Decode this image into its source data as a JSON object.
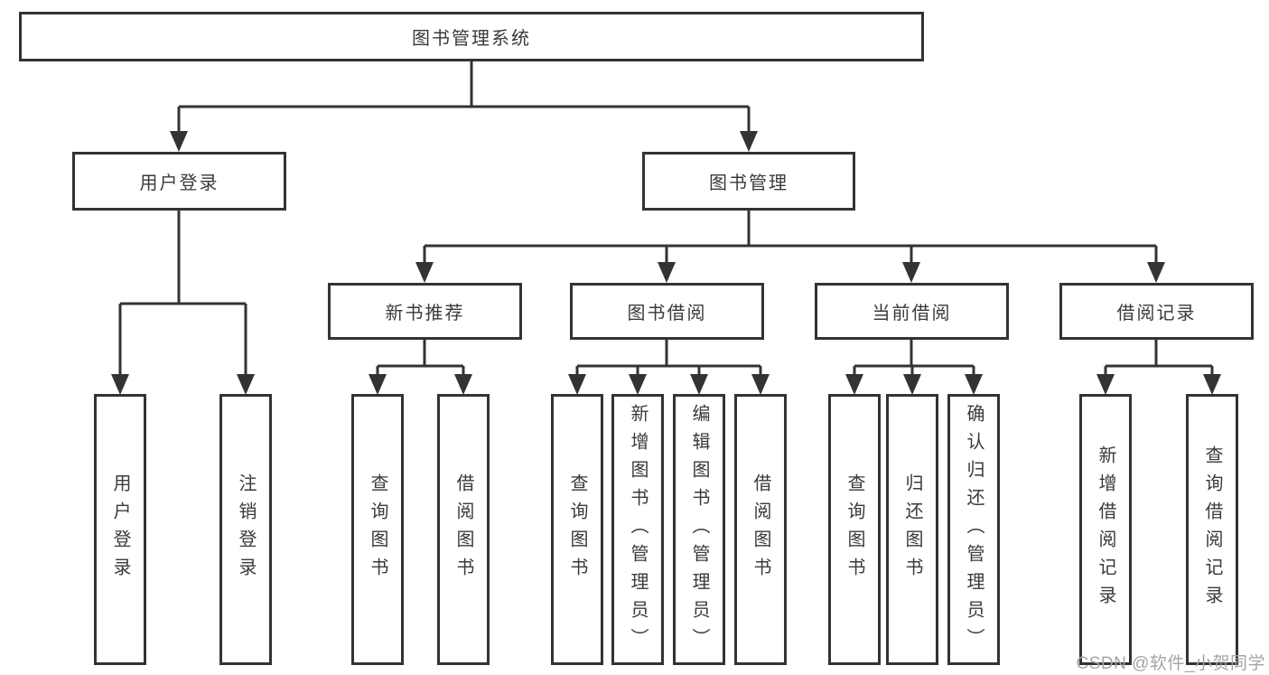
{
  "diagram": {
    "root": {
      "label": "图书管理系统"
    },
    "level2": [
      {
        "label": "用户登录"
      },
      {
        "label": "图书管理"
      }
    ],
    "level3": [
      {
        "label": "新书推荐",
        "parent": "图书管理"
      },
      {
        "label": "图书借阅",
        "parent": "图书管理"
      },
      {
        "label": "当前借阅",
        "parent": "图书管理"
      },
      {
        "label": "借阅记录",
        "parent": "图书管理"
      }
    ],
    "leaves": [
      {
        "label": "用户登录",
        "parent": "用户登录"
      },
      {
        "label": "注销登录",
        "parent": "用户登录"
      },
      {
        "label": "查询图书",
        "parent": "新书推荐"
      },
      {
        "label": "借阅图书",
        "parent": "新书推荐"
      },
      {
        "label": "查询图书",
        "parent": "图书借阅"
      },
      {
        "label": "新增图书（管理员）",
        "parent": "图书借阅"
      },
      {
        "label": "编辑图书（管理员）",
        "parent": "图书借阅"
      },
      {
        "label": "借阅图书",
        "parent": "图书借阅"
      },
      {
        "label": "查询图书",
        "parent": "当前借阅"
      },
      {
        "label": "归还图书",
        "parent": "当前借阅"
      },
      {
        "label": "确认归还（管理员）",
        "parent": "当前借阅"
      },
      {
        "label": "新增借阅记录",
        "parent": "借阅记录"
      },
      {
        "label": "查询借阅记录",
        "parent": "借阅记录"
      }
    ]
  },
  "watermark": {
    "text": "CSDN @软件_小贺同学"
  },
  "colors": {
    "line": "#333333",
    "border": "#333333",
    "text": "#3a3a3a",
    "background": "#ffffff",
    "watermark": "#a5a5a9"
  }
}
